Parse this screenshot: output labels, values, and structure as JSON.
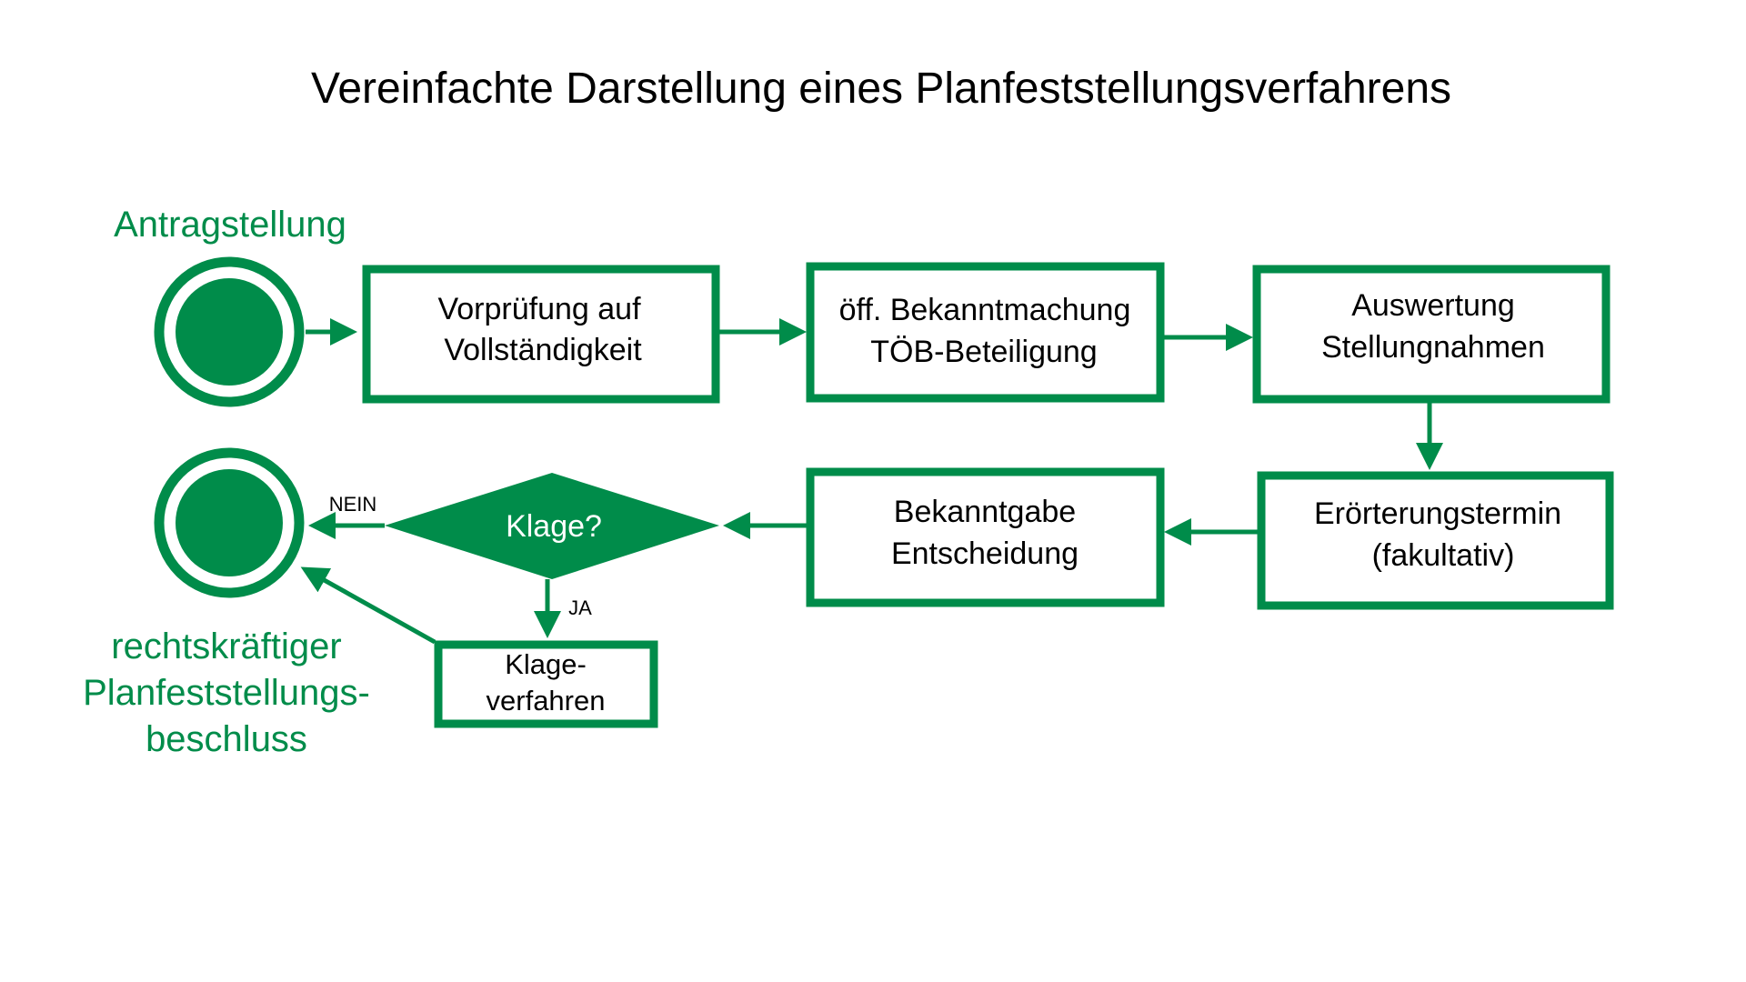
{
  "title": "Vereinfachte Darstellung eines Planfeststellungsverfahrens",
  "colors": {
    "accent": "#008C4A",
    "text": "#000000"
  },
  "start_label": "Antragstellung",
  "end_label": [
    "rechtskräftiger",
    "Planfeststellungs-",
    "beschluss"
  ],
  "steps": {
    "vorpruefung": [
      "Vorprüfung auf",
      "Vollständigkeit"
    ],
    "bekanntmachung": [
      "öff. Bekanntmachung",
      "TÖB-Beteiligung"
    ],
    "auswertung": [
      "Auswertung",
      "Stellungnahmen"
    ],
    "eroerterung": [
      "Erörterungstermin",
      "(fakultativ)"
    ],
    "bekanntgabe": [
      "Bekanntgabe",
      "Entscheidung"
    ],
    "klageverfahren": [
      "Klage-",
      "verfahren"
    ]
  },
  "decision": {
    "label": "Klage?",
    "no": "NEIN",
    "yes": "JA"
  }
}
